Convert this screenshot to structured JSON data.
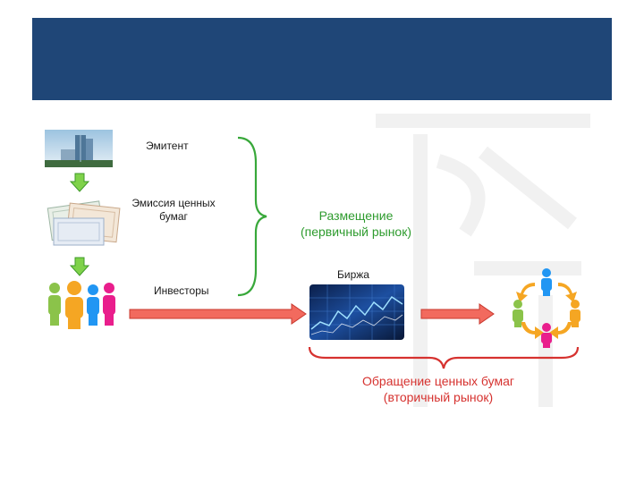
{
  "slide": {
    "title": ""
  },
  "diagram": {
    "emitter_label": "Эмитент",
    "emission_label": "Эмиссия ценных бумаг",
    "investors_label": "Инвесторы",
    "placement_title": "Размещение",
    "placement_subtitle": "(первичный рынок)",
    "exchange_label": "Биржа",
    "circulation_title": "Обращение ценных бумаг",
    "circulation_subtitle": "(вторичный рынок)"
  },
  "colors": {
    "header": "#1f4677",
    "placement_green": "#2e9b2e",
    "circulation_red": "#d6322f",
    "arrow_red": "#e8504a",
    "down_arrow_green": "#7fd24a"
  },
  "icons": [
    "building-icon",
    "certificates-icon",
    "investors-icon",
    "exchange-chart-icon",
    "circulation-cycle-icon",
    "down-arrow-icon",
    "right-arrow-icon",
    "brace-icon"
  ]
}
